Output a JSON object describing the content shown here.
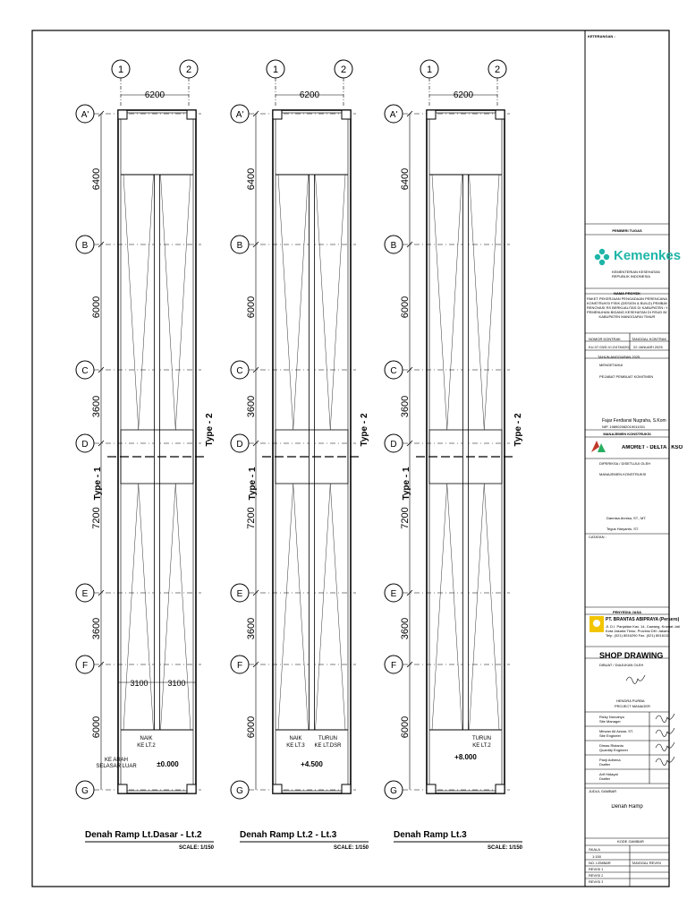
{
  "grid_columns": [
    "1",
    "2"
  ],
  "grid_rows": [
    "A'",
    "B",
    "C",
    "D",
    "E",
    "F",
    "G"
  ],
  "dim_width": "6200",
  "dim_rows": [
    "6400",
    "6000",
    "3600",
    "7200",
    "3600",
    "6000"
  ],
  "type_labels": [
    "Type - 1",
    "Type - 2"
  ],
  "plans": [
    {
      "title": "Denah Ramp Lt.Dasar - Lt.2",
      "scale": "SCALE: 1/150",
      "level": "±0.000",
      "labels": [
        "NAIK",
        "KE LT.2"
      ],
      "extra": [
        "KE ARAH",
        "SELASAR LUAR"
      ],
      "split_dims": [
        "3100",
        "3100"
      ]
    },
    {
      "title": "Denah Ramp Lt.2 - Lt.3",
      "scale": "SCALE: 1/150",
      "level": "+4.500",
      "labels": [
        "NAIK",
        "KE LT.3",
        "TURUN",
        "KE LT.DSR"
      ]
    },
    {
      "title": "Denah Ramp Lt.3",
      "scale": "SCALE: 1/150",
      "level": "+8.000",
      "labels": [
        "TURUN",
        "KE LT.2"
      ]
    }
  ],
  "title_block": {
    "keterangan": "KETERANGAN :",
    "pemberi_tugas": "PEMBERI TUGAS",
    "logo_text": "Kemenkes",
    "ministry": [
      "KEMENTERIAN KESEHATAN",
      "REPUBLIK INDONESIA"
    ],
    "nama_proyek_label": "NAMA PROYEK",
    "project_desc": [
      "PAKET PEKERJAAN PENGADAAN PERENCANAAN DAN",
      "KONSTRUKSI FISIK (DESIGN & BUILD) PEMBANGUNAN",
      "RENOVASI RS BERKUALITAS DI KABUPATEN / KOTA",
      "PEMENUHAN BIDANG KESEHATAN DI RSUD BORONG",
      "KABUPATEN MANGGARAI TIMUR"
    ],
    "contract_label": "NOMOR KONTRAK",
    "contract_no": "KU.07.03/D.VI.2/4784/2025",
    "date_label": "TANGGAL KONTRAK",
    "date": "22 JANUARI 2025",
    "tahun": "TAHUN ANGGARAN 2025",
    "mengetahui": "MENGETAHUI",
    "ppk": "PEJABAT PEMBUAT KOMITMEN",
    "ppk_name": "Fajar Ferdiansi Nugraha, S.Kom",
    "ppk_nip": "NIP. 198902082019011001",
    "mk_label": "MANAJEMEN KONSTRUKSI",
    "mk_name": "AMORET - DELTA , KSO",
    "diperiksa": "DIPERIKSA / DISETUJUI OLEH",
    "mk_role": "MANAJEMEN KONSTRUKSI",
    "mk_person": "Dannisa Annisa, ST., MT.",
    "mk_person2": "Tegus Haryanto, ST.",
    "catatan": "CATATAN :",
    "penyedia": "PENYEDIA JASA",
    "contractor": "PT. BRANTAS ABIPRAYA (Persero)",
    "contractor_addr": [
      "Jl. D.I. Panjaitan Kav. 14, Cawang, Kramat Jati",
      "Kota Jakarta Timur, Provinsi DKI Jakarta",
      "Telp. (021) 8516290  Fax. (021) 8516111"
    ],
    "shop_drawing": "SHOP DRAWING",
    "dibuat": "DIBUAT / DIAJUKAN OLEH",
    "pm_name": "HENDRA PURBA",
    "pm_role": "PROJECT MANAGER",
    "sign_roles": [
      "Rizky Nurcahyo",
      "Site Manager",
      "Mirwan Ali Azwar, ST.",
      "Site Engineer",
      "Dimas Ristanto",
      "Quantity Engineer",
      "Panji Adhena",
      "Drafter",
      "Arif Hidayat",
      "Drafter"
    ],
    "judul_label": "JUDUL GAMBAR",
    "judul": "Denah Ramp",
    "kode_label": "KODE GAMBAR",
    "skala_label": "SKALA",
    "skala": "1:150",
    "no_label": "NO. LEMBAR",
    "revisi_label": "REVISI",
    "revisi_rows": [
      "REVISI 1",
      "REVISI 2",
      "REVISI 3"
    ],
    "rev_date": "TANGGAL REVISI"
  }
}
